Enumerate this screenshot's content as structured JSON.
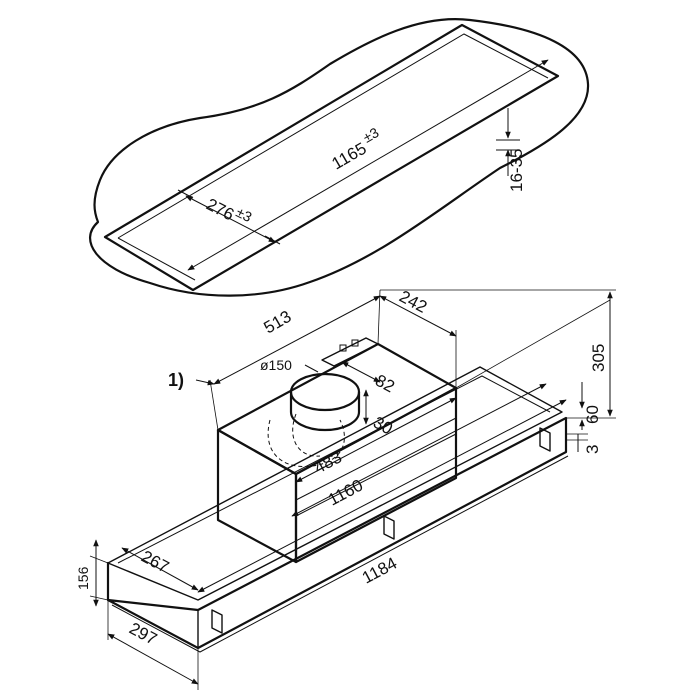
{
  "dimensions": {
    "cutout_length": "1165",
    "cutout_length_tol": "±3",
    "cutout_width": "276",
    "cutout_width_tol": "±3",
    "panel_thickness": "16-35",
    "motor_width": "513",
    "motor_depth": "242",
    "total_height": "305",
    "duct_diameter": "ø150",
    "duct_offset": "82",
    "duct_height": "30",
    "motor_inner_width": "483",
    "housing_length": "1160",
    "frame_height": "60",
    "frame_lip": "3",
    "front_height": "156",
    "body_depth": "267",
    "overall_length": "1184",
    "overall_depth": "297"
  },
  "callouts": {
    "note_1": "1)"
  }
}
